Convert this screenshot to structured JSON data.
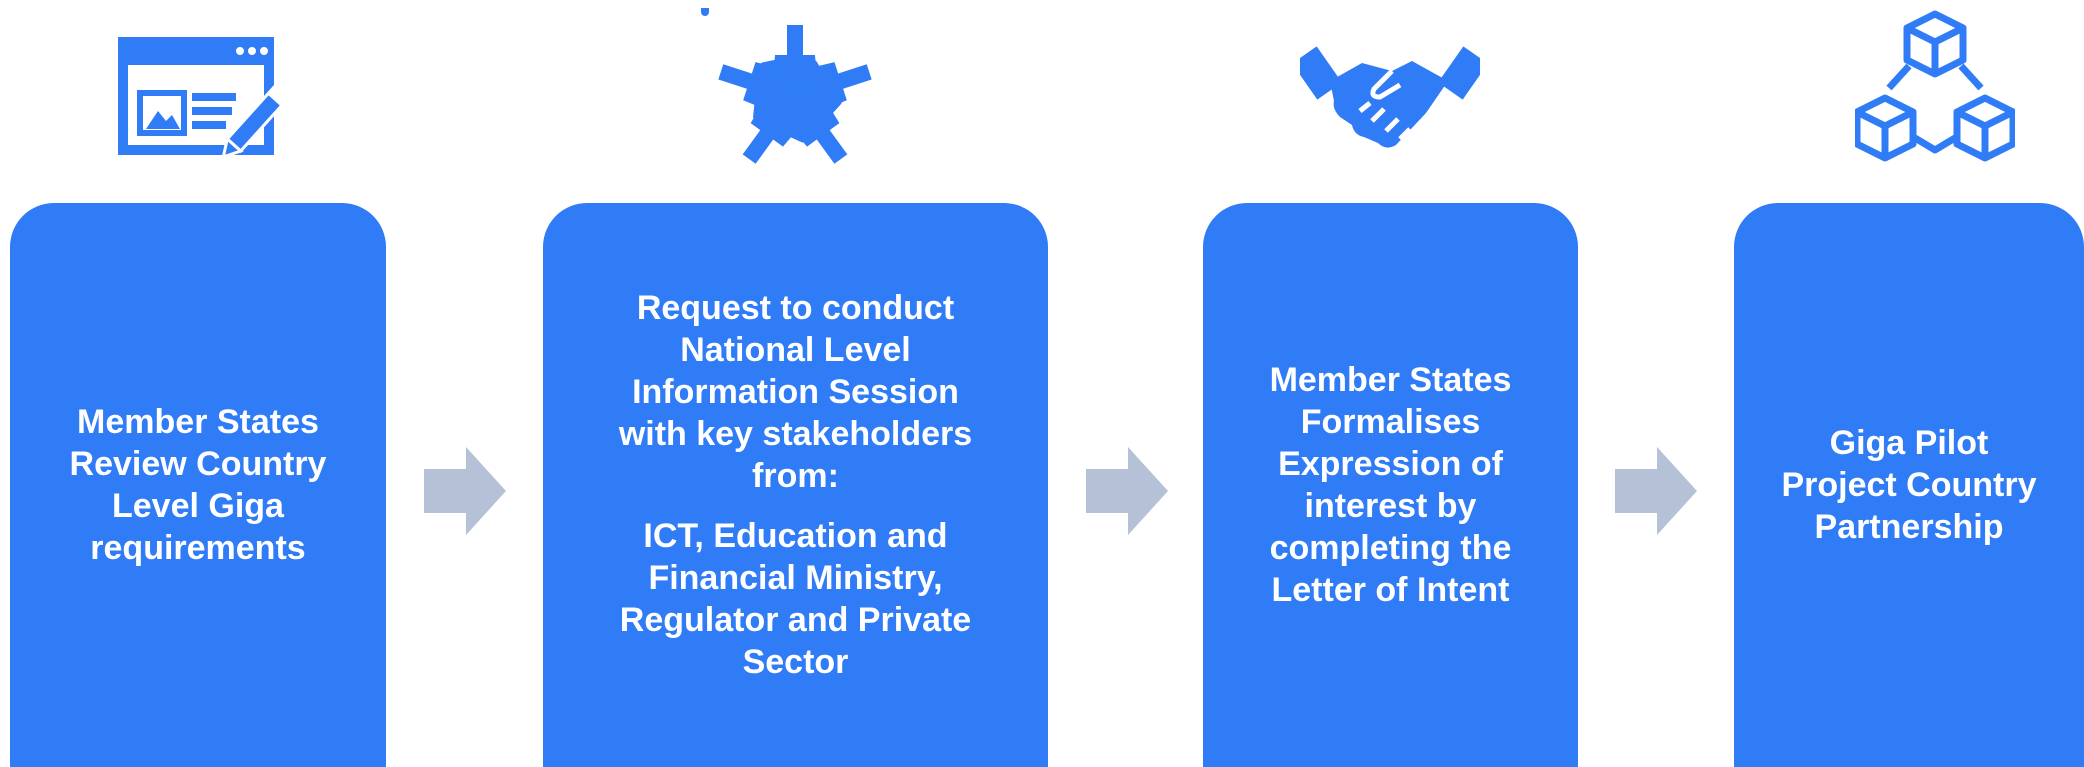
{
  "colors": {
    "step_fill": "#2F7CF6",
    "icon": "#2F7CF6",
    "arrow": "#B4C1D6",
    "text": "#FFFFFF"
  },
  "steps": [
    {
      "icon": "webpage-edit-icon",
      "lines": [
        "Member States",
        "Review Country",
        "Level Giga",
        "requirements"
      ]
    },
    {
      "icon": "hands-collaboration-icon",
      "lines": [
        "Request to conduct",
        "National Level",
        "Information Session",
        "with key stakeholders",
        "from:"
      ],
      "sub_lines": [
        "ICT, Education and",
        "Financial Ministry,",
        "Regulator and Private",
        "Sector"
      ]
    },
    {
      "icon": "handshake-icon",
      "lines": [
        "Member States",
        "Formalises",
        "Expression of",
        "interest by",
        "completing the",
        "Letter of Intent"
      ]
    },
    {
      "icon": "connected-cubes-icon",
      "lines": [
        "Giga Pilot",
        "Project Country",
        "Partnership"
      ]
    }
  ],
  "connector_icon": "right-arrow-icon"
}
